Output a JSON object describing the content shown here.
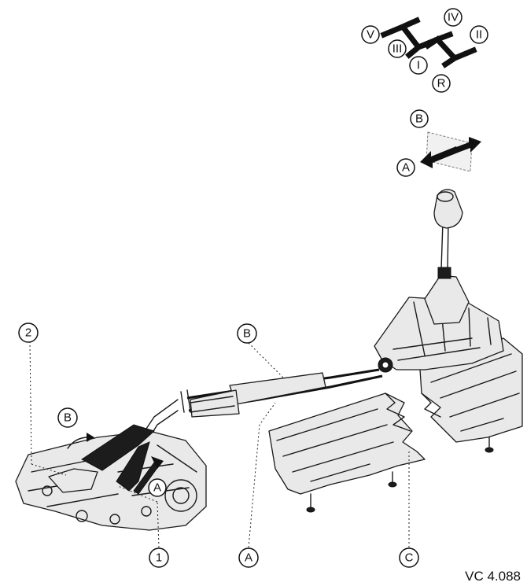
{
  "gear_pattern": {
    "labels": [
      "V",
      "IV",
      "III",
      "II",
      "I",
      "R"
    ]
  },
  "direction_indicator": {
    "labels": [
      "B",
      "A"
    ]
  },
  "callouts": {
    "part_2": "2",
    "part_1": "1",
    "cable_b": "B",
    "cable_a": "A",
    "bracket_c": "C",
    "gearbox_b": "B",
    "gearbox_a": "A"
  },
  "reference": "VC 4.088"
}
